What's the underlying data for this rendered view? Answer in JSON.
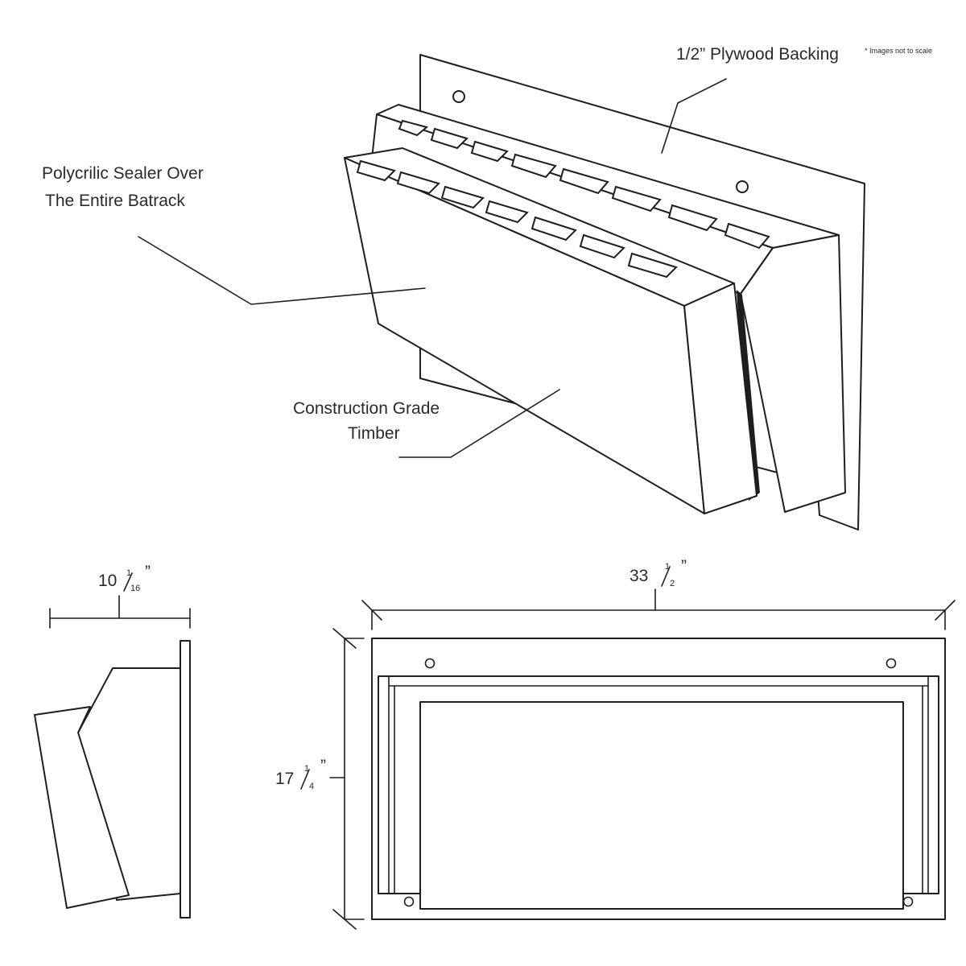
{
  "labels": {
    "plywood": "1/2” Plywood Backing",
    "scale_note": "* Images not to scale",
    "sealer_line1": "Polycrilic Sealer Over",
    "sealer_line2": "The Entire Batrack",
    "timber_line1": "Construction Grade",
    "timber_line2": "Timber"
  },
  "dimensions": {
    "depth": {
      "whole": "10",
      "num": "1",
      "den": "16",
      "unit": "”"
    },
    "width": {
      "whole": "33",
      "num": "1",
      "den": "2",
      "unit": "”"
    },
    "height": {
      "whole": "17",
      "num": "1",
      "den": "4",
      "unit": "”"
    }
  },
  "colors": {
    "line": "#1e1e1e",
    "text": "#2a2a2a",
    "background": "#ffffff"
  }
}
